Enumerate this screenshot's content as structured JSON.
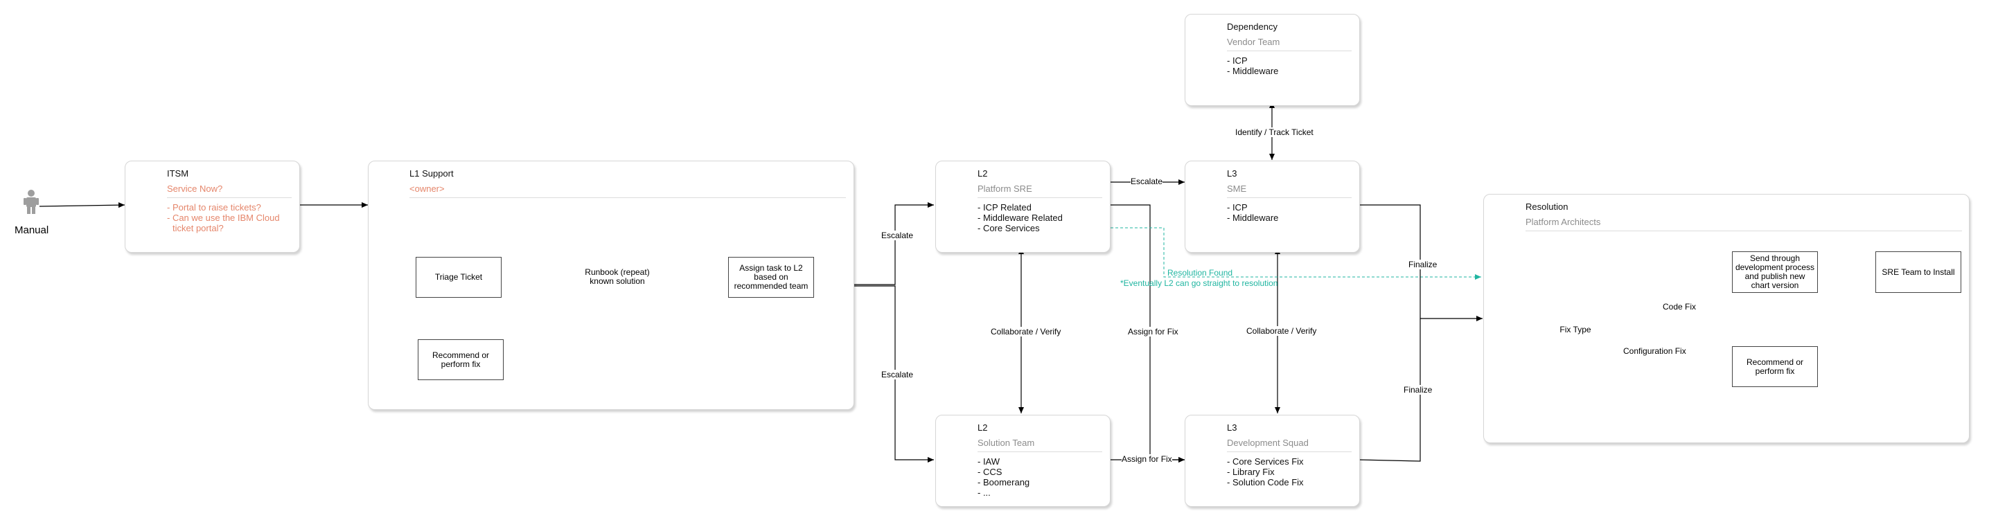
{
  "actor": {
    "label": "Manual",
    "icon": "person-icon"
  },
  "itsm": {
    "title": "ITSM",
    "subtitle": "Service Now?",
    "items": [
      "- Portal to raise tickets?",
      "- Can we use the IBM Cloud",
      "ticket portal?"
    ]
  },
  "l1": {
    "title": "L1 Support",
    "subtitle": "<owner>",
    "triage": "Triage Ticket",
    "runbook": "Runbook (repeat) known solution",
    "assign": "Assign task to L2 based on recommended team",
    "recommend": "Recommend or perform fix"
  },
  "l2_platform": {
    "title": "L2",
    "subtitle": "Platform SRE",
    "items": [
      "- ICP Related",
      "- Middleware Related",
      "- Core Services"
    ]
  },
  "l2_solution": {
    "title": "L2",
    "subtitle": "Solution Team",
    "items": [
      "- IAW",
      "- CCS",
      "- Boomerang",
      "- ..."
    ]
  },
  "dependency": {
    "title": "Dependency",
    "subtitle": "Vendor Team",
    "items": [
      "- ICP",
      "- Middleware"
    ]
  },
  "l3_sme": {
    "title": "L3",
    "subtitle": "SME",
    "items": [
      "- ICP",
      "- Middleware"
    ]
  },
  "l3_dev": {
    "title": "L3",
    "subtitle": "Development Squad",
    "items": [
      "- Core Services Fix",
      "- Library Fix",
      "- Solution Code Fix"
    ]
  },
  "resolution": {
    "title": "Resolution",
    "subtitle": "Platform Architects",
    "fix_type": "Fix Type",
    "send_through": "Send through development process and publish new chart version",
    "sre_install": "SRE Team to Install",
    "recommend": "Recommend or perform fix"
  },
  "edges": {
    "escalate_top": "Escalate",
    "escalate_bottom": "Escalate",
    "escalate_l2_l3": "Escalate",
    "identify_track": "Identify / Track Ticket",
    "collaborate_left": "Collaborate / Verify",
    "collaborate_right": "Collaborate / Verify",
    "assign_for_fix_vertical": "Assign for Fix",
    "assign_for_fix_horizontal": "Assign for Fix",
    "finalize_top": "Finalize",
    "finalize_bottom": "Finalize",
    "resolution_found": "Resolution Found",
    "eventually": "*Eventually L2 can go straight to resolution",
    "code_fix": "Code Fix",
    "config_fix": "Configuration Fix"
  },
  "colors": {
    "accent_orange": "#e5866b",
    "accent_green": "#1fb5a0"
  }
}
